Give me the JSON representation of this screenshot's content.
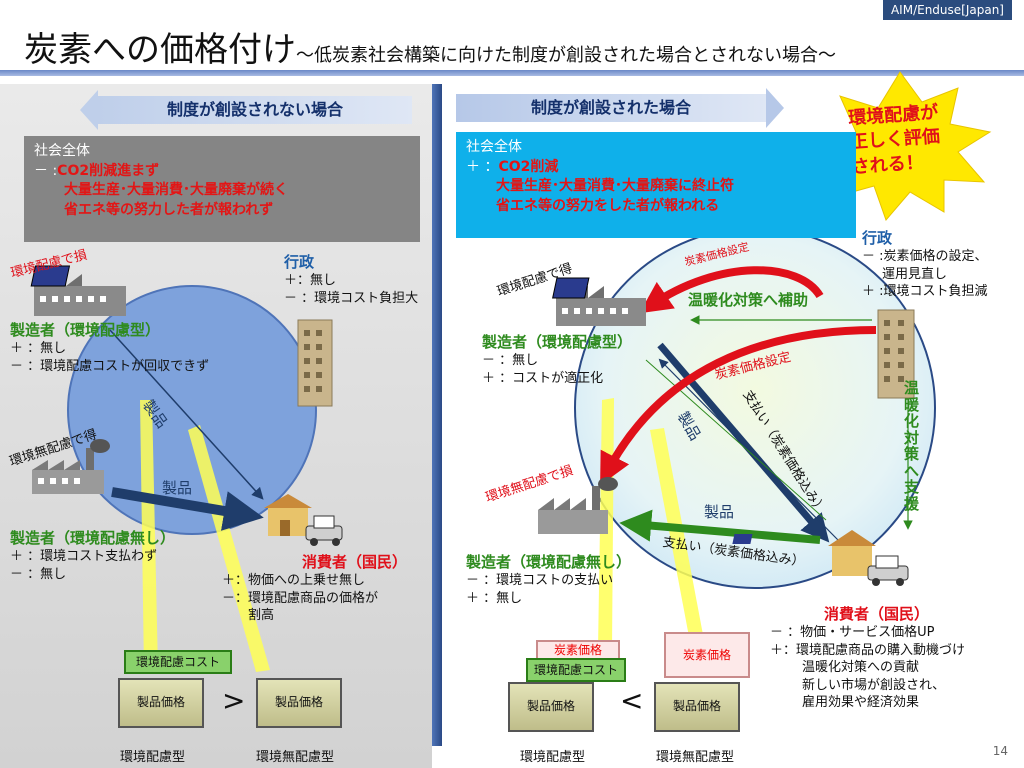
{
  "tag": "AIM/Enduse[Japan]",
  "title": {
    "main": "炭素への価格付け",
    "sub": "～低炭素社会構築に向けた制度が創設された場合とされない場合～"
  },
  "left": {
    "header": "制度が創設されない場合",
    "society": {
      "line1": "社会全体",
      "line2_prefix": "－ :",
      "line2": "CO2削減進まず",
      "line3": "大量生産･大量消費･大量廃棄が続く",
      "line4": "省エネ等の努力した者が報われず"
    },
    "env_loss_label": "環境配慮で損",
    "gov": {
      "title": "行政",
      "l1": "＋：無し",
      "l2": "－ ：環境コスト負担大"
    },
    "maker_eco": {
      "title": "製造者（環境配慮型）",
      "l1": "＋ ：無し",
      "l2": "－ ：環境配慮コストが回収できず"
    },
    "no_env_gain_label": "環境無配慮で得",
    "product1": "製品",
    "product2": "製品",
    "maker_noeco": {
      "title": "製造者（環境配慮無し）",
      "l1": "＋ ：環境コスト支払わず",
      "l2": "－ ：無し"
    },
    "consumer": {
      "title": "消費者（国民）",
      "l1": "＋：物価への上乗せ無し",
      "l2": "－：環境配慮商品の価格が",
      "l3": "割高"
    },
    "cost_label": "環境配慮コスト",
    "price1": "製品価格",
    "price2": "製品価格",
    "compare": ">",
    "cap1": "環境配慮型",
    "cap2": "環境無配慮型"
  },
  "right": {
    "header": "制度が創設された場合",
    "starburst": {
      "l1": "環境配慮が",
      "l2": "正しく評価",
      "l3": "される！"
    },
    "society": {
      "line1": "社会全体",
      "line2_prefix": "＋ ：",
      "line2": "CO2削減",
      "line3": "大量生産･大量消費･大量廃棄に終止符",
      "line4": "省エネ等の努力をした者が報われる"
    },
    "gov": {
      "title": "行政",
      "l1": "－ :炭素価格の設定、",
      "l2": "運用見直し",
      "l3": "＋ :環境コスト負担減"
    },
    "carbon_set_top": "炭素価格設定",
    "env_gain_label": "環境配慮で得",
    "subsidy": "温暖化対策へ補助",
    "maker_eco": {
      "title": "製造者（環境配慮型）",
      "l1": "－ ：無し",
      "l2": "＋ ：コストが適正化"
    },
    "carbon_set_mid": "炭素価格設定",
    "pay1": "支払い（炭素価格込み）",
    "product1": "製品",
    "gov_support": "温暖化対策へ支援",
    "no_env_loss_label": "環境無配慮で損",
    "product2": "製品",
    "pay2": "支払い（炭素価格込み）",
    "maker_noeco": {
      "title": "製造者（環境配慮無し）",
      "l1": "－ ：環境コストの支払い",
      "l2": "＋ ：無し"
    },
    "consumer": {
      "title": "消費者（国民）",
      "l1": "－ ：物価・サービス価格UP",
      "l2": "＋：環境配慮商品の購入動機づけ",
      "l3": "温暖化対策への貢献",
      "l4": "新しい市場が創設され、",
      "l5": "雇用効果や経済効果"
    },
    "carbon_small": "炭素価格",
    "cost_label": "環境配慮コスト",
    "carbon_big": "炭素価格",
    "price1": "製品価格",
    "price2": "製品価格",
    "compare": "<",
    "cap1": "環境配慮型",
    "cap2": "環境無配慮型"
  },
  "page_number": "14",
  "colors": {
    "accent_blue": "#1f5fa8",
    "green": "#2e8b1e",
    "red": "#e0101a"
  }
}
